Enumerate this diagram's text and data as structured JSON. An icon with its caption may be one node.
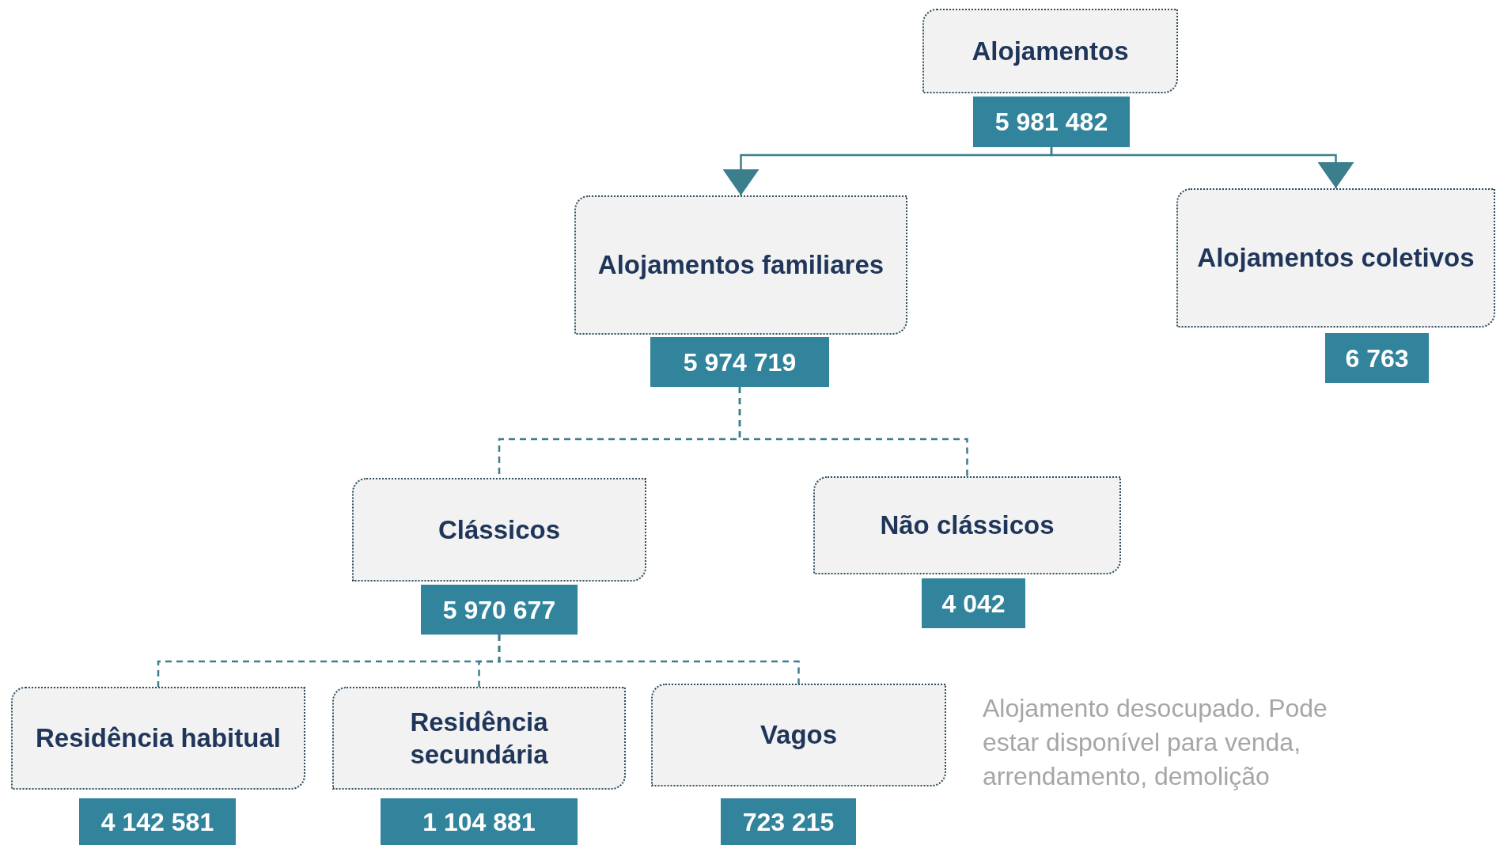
{
  "diagram": {
    "nodes": [
      {
        "text": [
          "Alojamentos"
        ]
      },
      {
        "text": [
          "5 981 482"
        ]
      },
      {
        "text": [
          "Alojamentos familiares"
        ]
      },
      {
        "text": [
          "5 974 719"
        ]
      },
      {
        "text": [
          "Alojamentos coletivos"
        ]
      },
      {
        "text": [
          "6 763"
        ]
      },
      {
        "text": [
          "Clássicos"
        ]
      },
      {
        "text": [
          "5 970 677"
        ]
      },
      {
        "text": [
          "Não clássicos"
        ]
      },
      {
        "text": [
          "4 042"
        ]
      },
      {
        "text": [
          "Residência habitual"
        ]
      },
      {
        "text": [
          "4 142 581"
        ]
      },
      {
        "text": [
          "Residência secundária"
        ]
      },
      {
        "text": [
          "1 104 881"
        ]
      },
      {
        "text": [
          "Vagos"
        ]
      },
      {
        "text": [
          "723 215"
        ]
      }
    ],
    "edges": [
      {
        "from": 1,
        "to": 2,
        "arrow": "to"
      },
      {
        "from": 1,
        "to": 4,
        "arrow": "to"
      },
      {
        "from": 3,
        "to": 6,
        "arrow": "none",
        "style": "dashed"
      },
      {
        "from": 3,
        "to": 8,
        "arrow": "none",
        "style": "dashed"
      },
      {
        "from": 7,
        "to": 10,
        "arrow": "none",
        "style": "dashed"
      },
      {
        "from": 7,
        "to": 12,
        "arrow": "none",
        "style": "dashed"
      },
      {
        "from": 7,
        "to": 14,
        "arrow": "none",
        "style": "dashed"
      }
    ],
    "labels": [
      "Alojamento desocupado. Pode estar disponível para venda, arrendamento, demolição"
    ]
  }
}
